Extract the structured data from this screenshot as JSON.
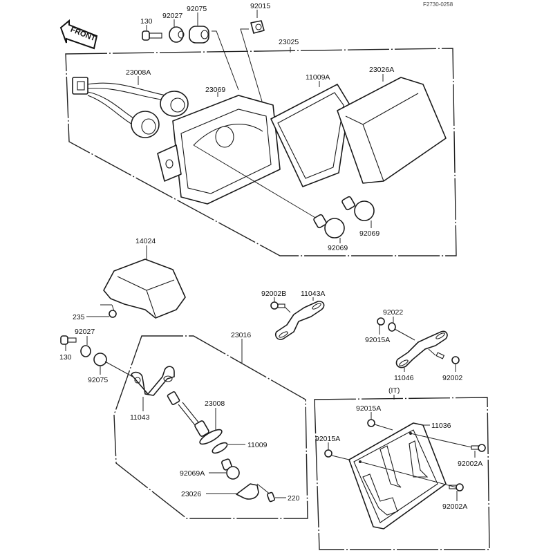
{
  "reference_code": "F2730-0258",
  "front_indicator": "FRONT",
  "groups": {
    "headlight_assembly": {
      "label": "23025"
    },
    "license_lamp_assembly": {
      "label": "23016"
    },
    "italy_variant": {
      "label": "(IT)"
    }
  },
  "labels": {
    "bolt_130_top": "130",
    "collar_92027_top": "92027",
    "damper_92075_top": "92075",
    "nut_92015_top": "92015",
    "harness_23008A": "23008A",
    "housing_23069": "23069",
    "gasket_11009A": "11009A",
    "lens_23026A": "23026A",
    "bulb_92069_left": "92069",
    "bulb_92069_right": "92069",
    "cover_14024": "14024",
    "screw_235": "235",
    "bolt_130_mid": "130",
    "collar_92027_mid": "92027",
    "damper_92075_mid": "92075",
    "bracket_11043": "11043",
    "bolt_92002B": "92002B",
    "bracket_11043A": "11043A",
    "washer_92022": "92022",
    "nut_92015A_mid": "92015A",
    "bracket_11046": "11046",
    "bolt_92002": "92002",
    "socket_23008": "23008",
    "gasket_11009": "11009",
    "bulb_92069A": "92069A",
    "lens_23026": "23026",
    "screw_220": "220",
    "nut_92015A_plate_top": "92015A",
    "nut_92015A_plate_left": "92015A",
    "plate_11036": "11036",
    "bolt_92002A_upper": "92002A",
    "bolt_92002A_lower": "92002A"
  }
}
